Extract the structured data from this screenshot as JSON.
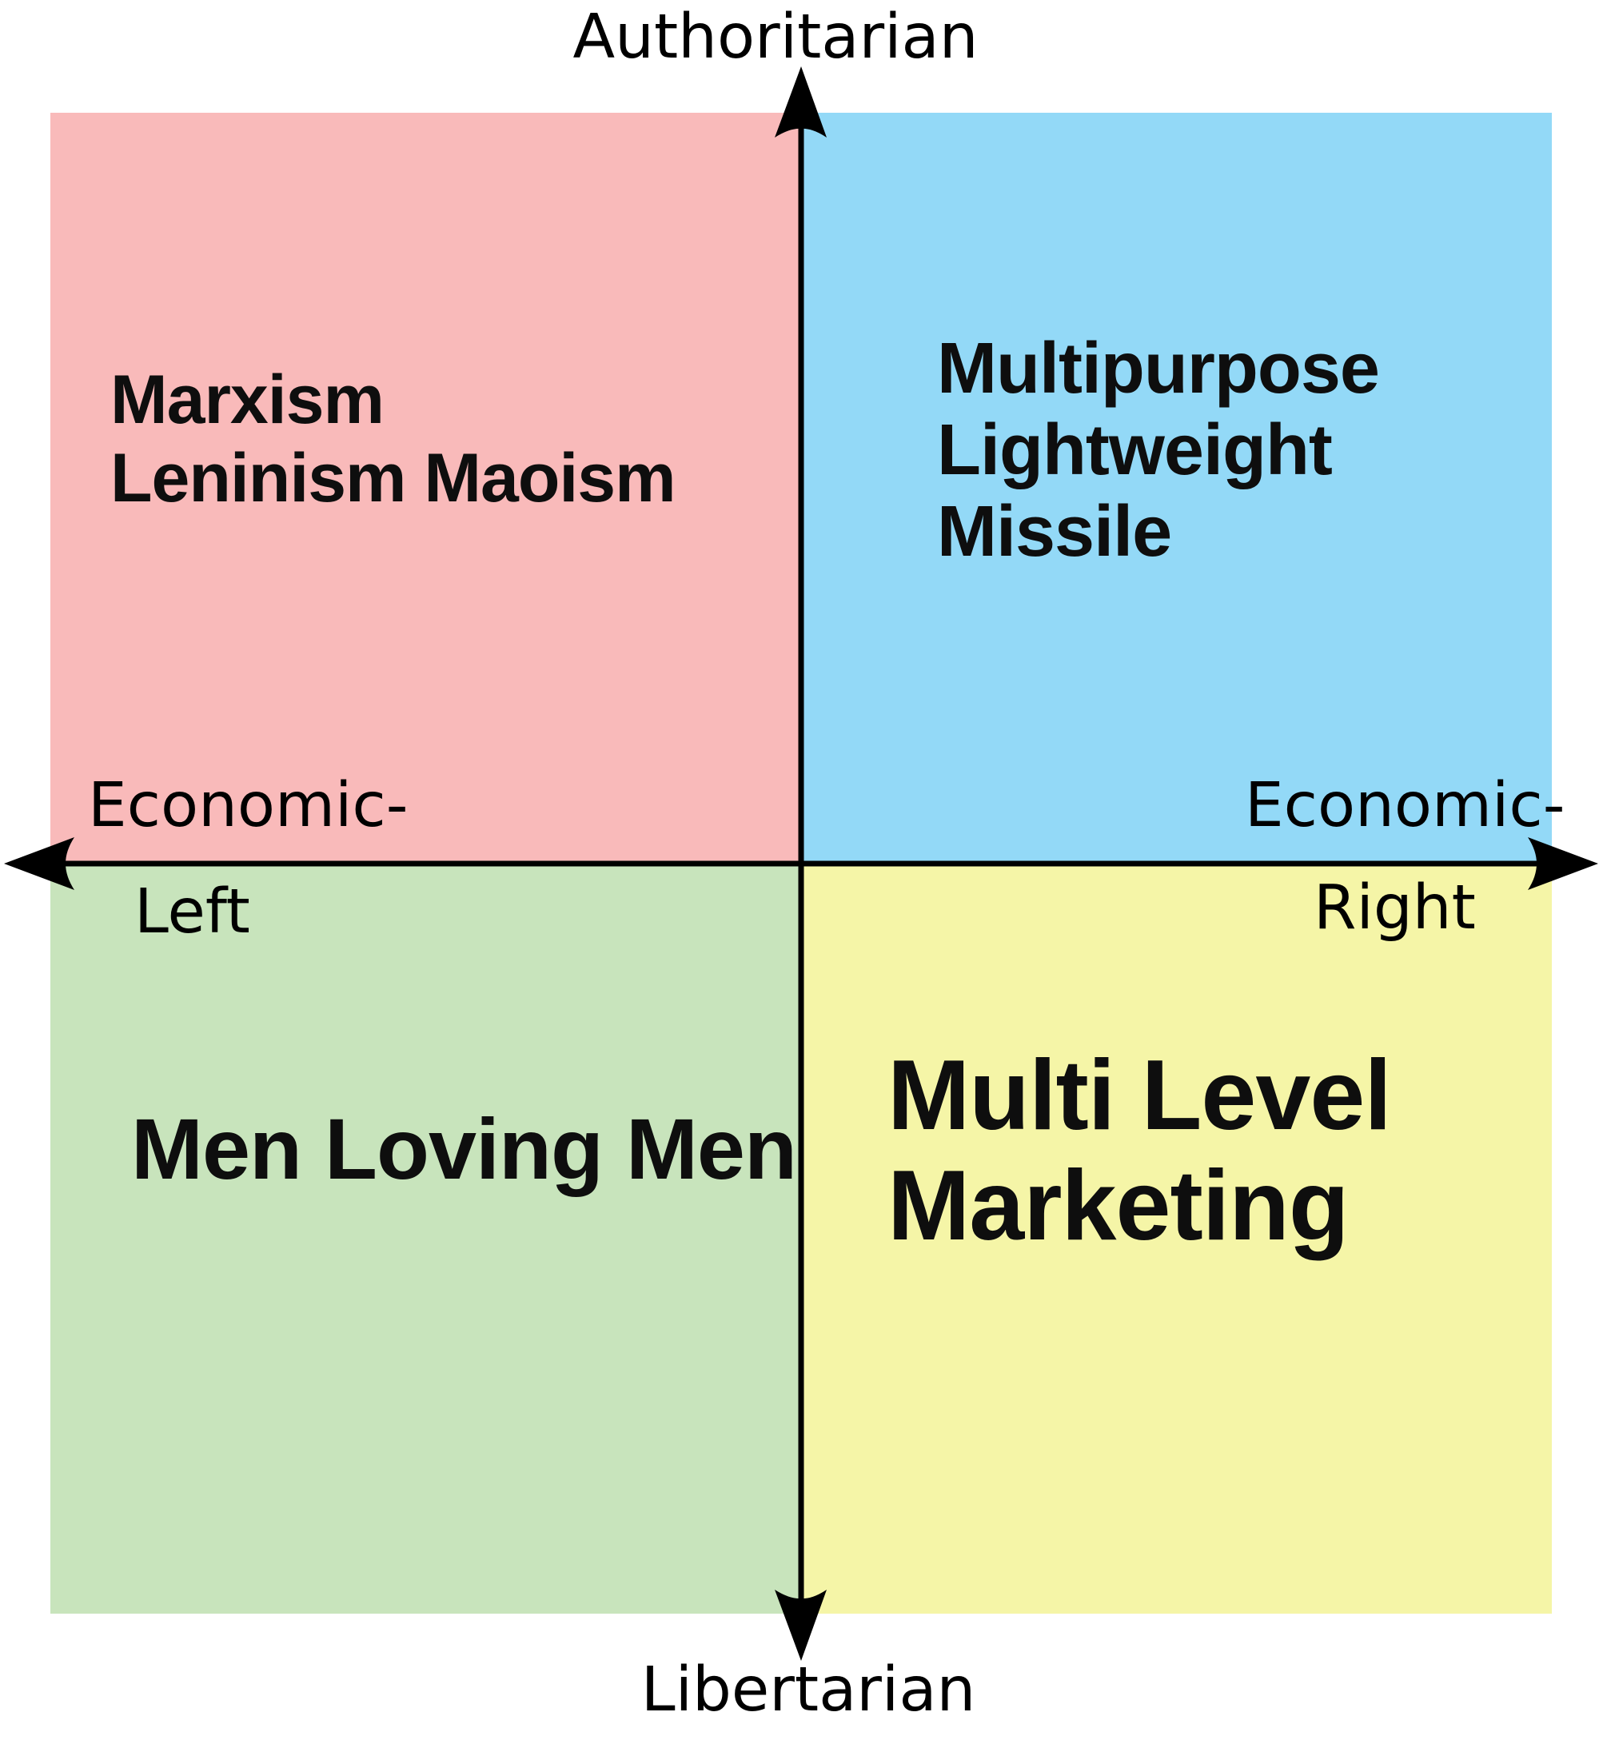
{
  "compass": {
    "axes": {
      "top": "Authoritarian",
      "bottom": "Libertarian",
      "left_line1": "Economic-",
      "left_line2": "Left",
      "right_line1": "Economic-",
      "right_line2": "Right"
    },
    "quadrants": {
      "top_left": {
        "color": "#F9BABA",
        "lines": [
          "Marxism",
          "Leninism Maoism"
        ]
      },
      "top_right": {
        "color": "#93D9F7",
        "lines": [
          "Multipurpose",
          "Lightweight",
          "Missile"
        ]
      },
      "bottom_left": {
        "color": "#C8E4BC",
        "lines": [
          "Men Loving Men"
        ]
      },
      "bottom_right": {
        "color": "#F5F5A7",
        "lines": [
          "Multi Level",
          "Marketing"
        ]
      }
    },
    "axis_color": "#000000",
    "text_color": "#0E0E0E"
  }
}
